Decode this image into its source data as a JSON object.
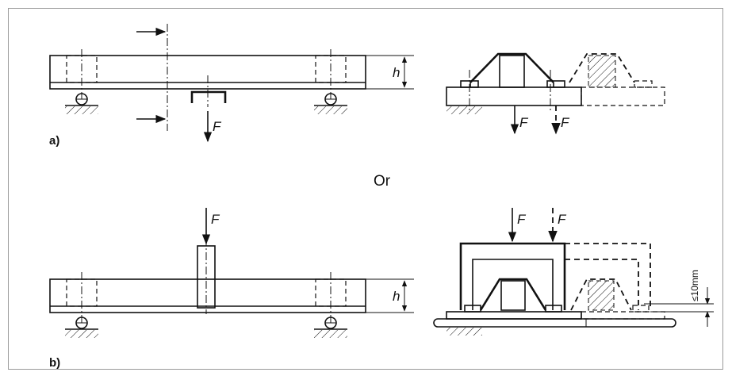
{
  "labels": {
    "panel_a": "a)",
    "panel_b": "b)",
    "or": "Or",
    "force": "F",
    "height": "h",
    "gap_limit": "≤10mm"
  }
}
